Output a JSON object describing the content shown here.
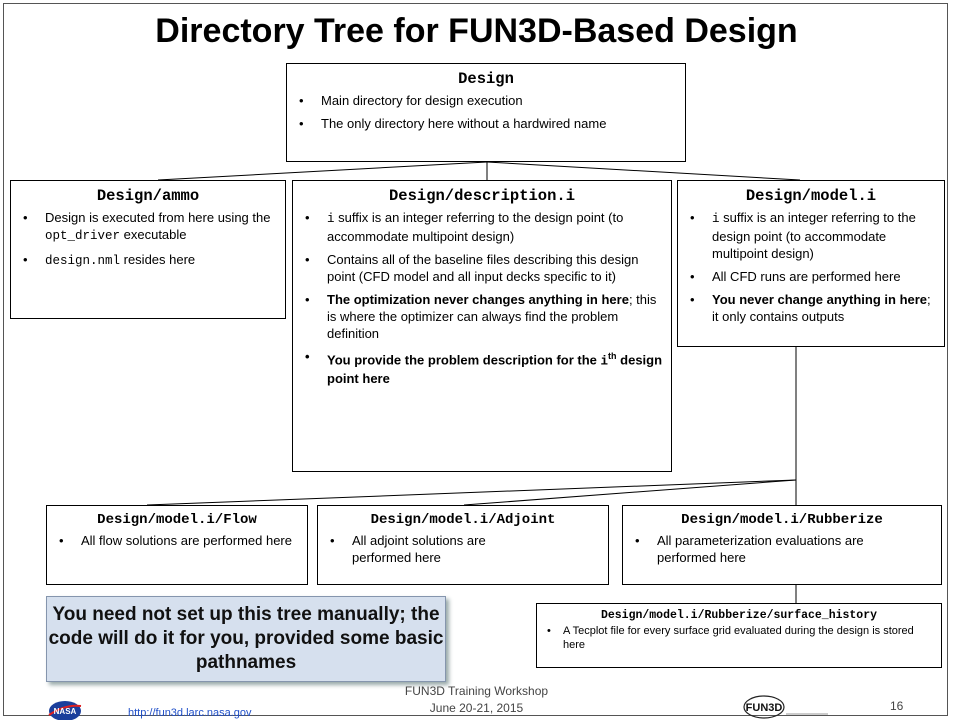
{
  "slide_title": "Directory Tree for FUN3D-Based Design",
  "design": {
    "title": "Design",
    "bullets": [
      "Main directory for design execution",
      "The only directory here without a hardwired name"
    ]
  },
  "ammo": {
    "title": "Design/ammo",
    "b1_pre": "Design is executed from here using the ",
    "b1_code": "opt_driver",
    "b1_post": " executable",
    "b2_code": "design.nml",
    "b2_post": " resides here"
  },
  "description": {
    "title": "Design/description.i",
    "b1_code": "i",
    "b1_post": " suffix is an integer referring to the design point (to accommodate multipoint design)",
    "b2": "Contains all of the baseline files describing this design point (CFD model and all input decks specific to it)",
    "b3_bold": "The optimization never changes anything in here",
    "b3_post": "; this is where the optimizer can always find the problem definition",
    "b4_pre": "You provide the problem description for the ",
    "b4_i": "i",
    "b4_sup": "th",
    "b4_post": " design point here"
  },
  "model": {
    "title": "Design/model.i",
    "b1_code": "i",
    "b1_post": " suffix is an integer referring to the design point (to accommodate multipoint design)",
    "b2": "All CFD runs are performed here",
    "b3_bold": "You never change anything in here",
    "b3_post": "; it only contains outputs"
  },
  "flow": {
    "title": "Design/model.i/Flow",
    "bullet": "All flow solutions are performed here"
  },
  "adjoint": {
    "title": "Design/model.i/Adjoint",
    "bullet": "All adjoint solutions are performed here"
  },
  "rubberize": {
    "title": "Design/model.i/Rubberize",
    "bullet": "All parameterization evaluations are performed here"
  },
  "surface_history": {
    "title": "Design/model.i/Rubberize/surface_history",
    "bullet": "A Tecplot file for every surface grid evaluated during the design is stored here"
  },
  "note": "You need not set up this tree manually; the code will do it for you, provided some basic pathnames",
  "footer": {
    "url": "http://fun3d.larc.nasa.gov",
    "workshop": "FUN3D Training Workshop",
    "dates": "June 20-21, 2015",
    "page": "16",
    "nasa_logo": "NASA",
    "fun3d_logo": "FUN3D"
  }
}
